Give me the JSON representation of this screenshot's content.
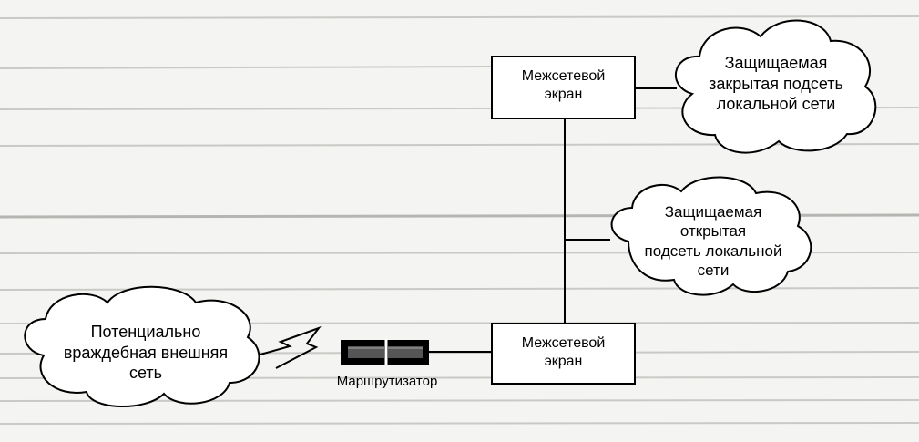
{
  "diagram": {
    "firewall_top": {
      "lines": [
        "Межсетевой",
        "экран"
      ]
    },
    "firewall_bottom": {
      "lines": [
        "Межсетевой",
        "экран"
      ]
    },
    "cloud_closed": {
      "lines": [
        "Защищаемая",
        "закрытая подсеть",
        "локальной сети"
      ]
    },
    "cloud_open": {
      "lines": [
        "Защищаемая",
        "открытая",
        "подсеть локальной",
        "сети"
      ]
    },
    "cloud_hostile": {
      "lines": [
        "Потенциально",
        "враждебная внешняя",
        "сеть"
      ]
    },
    "router": {
      "label": "Маршрутизатор"
    }
  },
  "colors": {
    "line": "#000000",
    "fill": "#ffffff",
    "background": "#f4f4f2"
  }
}
